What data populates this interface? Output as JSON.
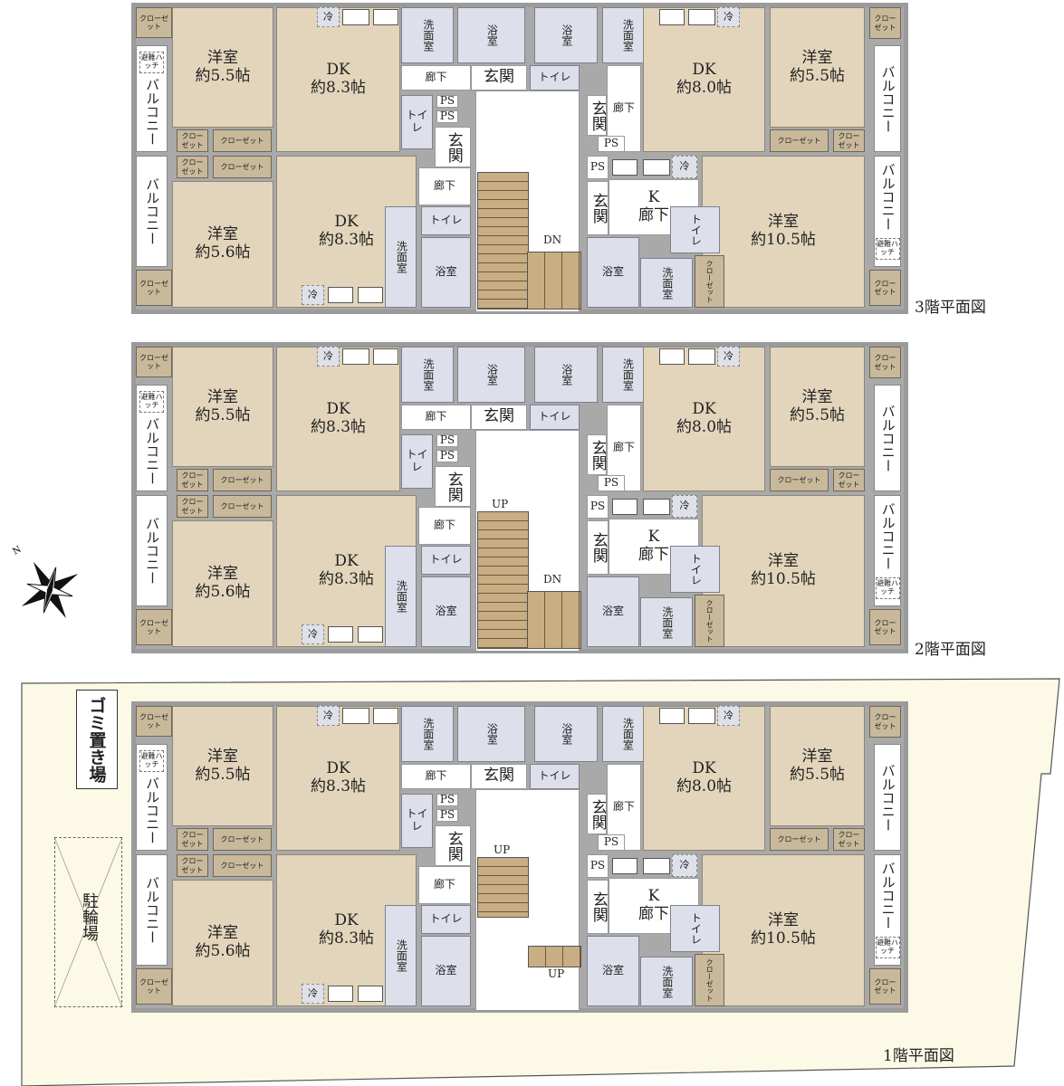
{
  "labels": {
    "western": "洋室",
    "dk": "DK",
    "k": "K",
    "closet": "クローゼット",
    "balcony": "バルコニー",
    "hatch": "避難ハッチ",
    "washroom": "洗面室",
    "bath": "浴室",
    "toilet": "トイレ",
    "hall": "廊下",
    "entrance": "玄関",
    "ps": "PS",
    "fridge": "冷",
    "up": "UP",
    "dn": "DN"
  },
  "sizes": {
    "s55": "約5.5帖",
    "s56": "約5.6帖",
    "s83": "約8.3帖",
    "s80": "約8.0帖",
    "s105": "約10.5帖"
  },
  "floors": [
    {
      "title": "3階平面図"
    },
    {
      "title": "2階平面図"
    },
    {
      "title": "1階平面図"
    }
  ],
  "site": {
    "garbage": "ゴミ置き場",
    "bicycle": "駐輪場",
    "compass_north": "N"
  },
  "colors": {
    "room": "#e2d5bb",
    "closet": "#c9b99b",
    "wet_area": "#dde0ea",
    "wall": "#9b9b9b",
    "stairs": "#c9ad83",
    "site": "#fcfae6"
  }
}
